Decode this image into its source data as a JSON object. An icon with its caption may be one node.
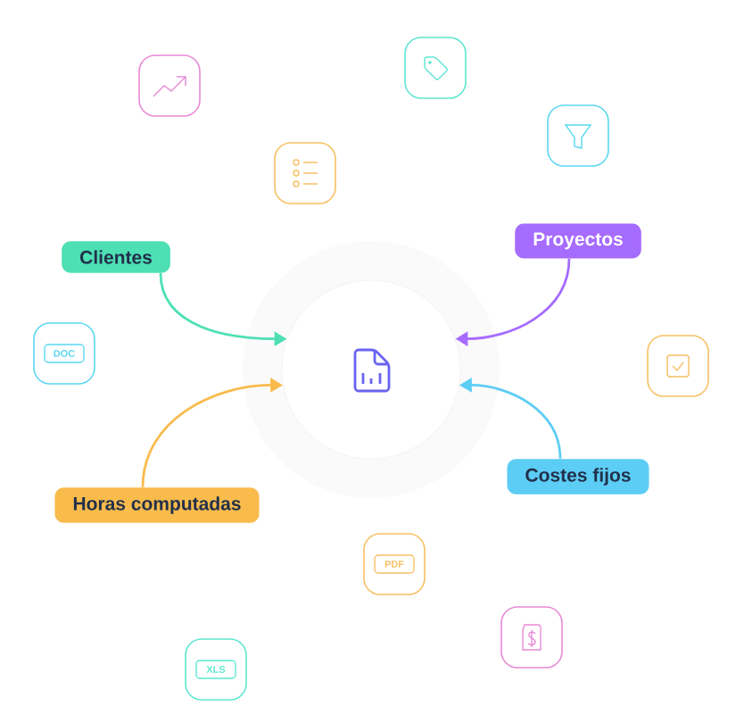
{
  "diagram": {
    "nodes": [
      {
        "text": [],
        "shape": "circle"
      },
      {
        "text": [
          "Clientes"
        ]
      },
      {
        "text": [
          "Proyectos"
        ]
      },
      {
        "text": [
          "Horas computadas"
        ]
      },
      {
        "text": [
          "Costes fijos"
        ]
      }
    ],
    "edges": [
      {
        "from": 1,
        "to": 0,
        "arrow": "to",
        "color": "#4de0b4"
      },
      {
        "from": 2,
        "to": 0,
        "arrow": "to",
        "color": "#a66bff"
      },
      {
        "from": 3,
        "to": 0,
        "arrow": "to",
        "color": "#f8bb4c"
      },
      {
        "from": 4,
        "to": 0,
        "arrow": "to",
        "color": "#5ccdf5"
      }
    ],
    "labels": [
      "DOC",
      "PDF",
      "XLS"
    ]
  }
}
